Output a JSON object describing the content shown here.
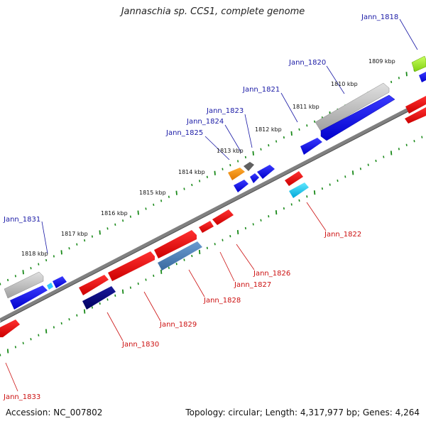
{
  "title": "Jannaschia sp. CCS1, complete genome",
  "footer": {
    "accession": "Accession: NC_007802",
    "summary": "Topology: circular; Length: 4,317,977 bp; Genes: 4,264"
  },
  "kbp_labels": [
    "1809 kbp",
    "1810 kbp",
    "1811 kbp",
    "1812 kbp",
    "1813 kbp",
    "1814 kbp",
    "1815 kbp",
    "1816 kbp",
    "1817 kbp",
    "1818 kbp"
  ],
  "forward_genes": [
    "Jann_1818",
    "Jann_1820",
    "Jann_1821",
    "Jann_1823",
    "Jann_1824",
    "Jann_1825",
    "Jann_1831"
  ],
  "reverse_genes": [
    "Jann_1822",
    "Jann_1826",
    "Jann_1827",
    "Jann_1828",
    "Jann_1829",
    "Jann_1830",
    "Jann_1833"
  ],
  "colors": {
    "forward_strand": "#0000ee",
    "reverse_strand": "#ee0000",
    "ruler_ticks": "#1a8a1a",
    "backbone": "#808080",
    "forward_label": "#1a1aa6",
    "reverse_label": "#cc1010"
  }
}
